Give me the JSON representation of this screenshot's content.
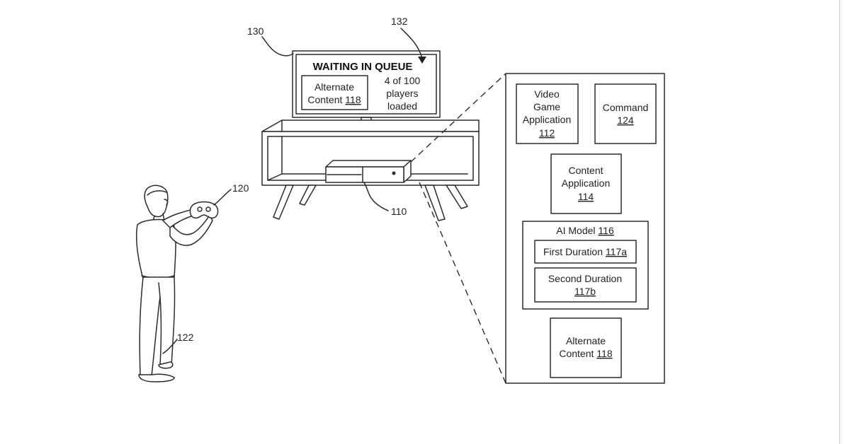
{
  "tv": {
    "title": "WAITING IN QUEUE",
    "alt_line1": "Alternate",
    "alt_line2_text": "Content ",
    "alt_line2_num": "118",
    "status_line1": "4 of 100",
    "status_line2": "players",
    "status_line3": "loaded"
  },
  "refs": {
    "r130": "130",
    "r132": "132",
    "r120": "120",
    "r110": "110",
    "r122": "122"
  },
  "panel": {
    "vga_line1": "Video",
    "vga_line2": "Game",
    "vga_line3": "Application",
    "vga_num": "112",
    "cmd_line1": "Command",
    "cmd_num": "124",
    "ca_line1": "Content",
    "ca_line2": "Application",
    "ca_num": "114",
    "ai_text": "AI Model ",
    "ai_num": "116",
    "fd_text": "First Duration ",
    "fd_num": "117a",
    "sd_line1": "Second Duration",
    "sd_num": "117b",
    "ac_line1": "Alternate",
    "ac_line2_text": "Content ",
    "ac_line2_num": "118"
  }
}
